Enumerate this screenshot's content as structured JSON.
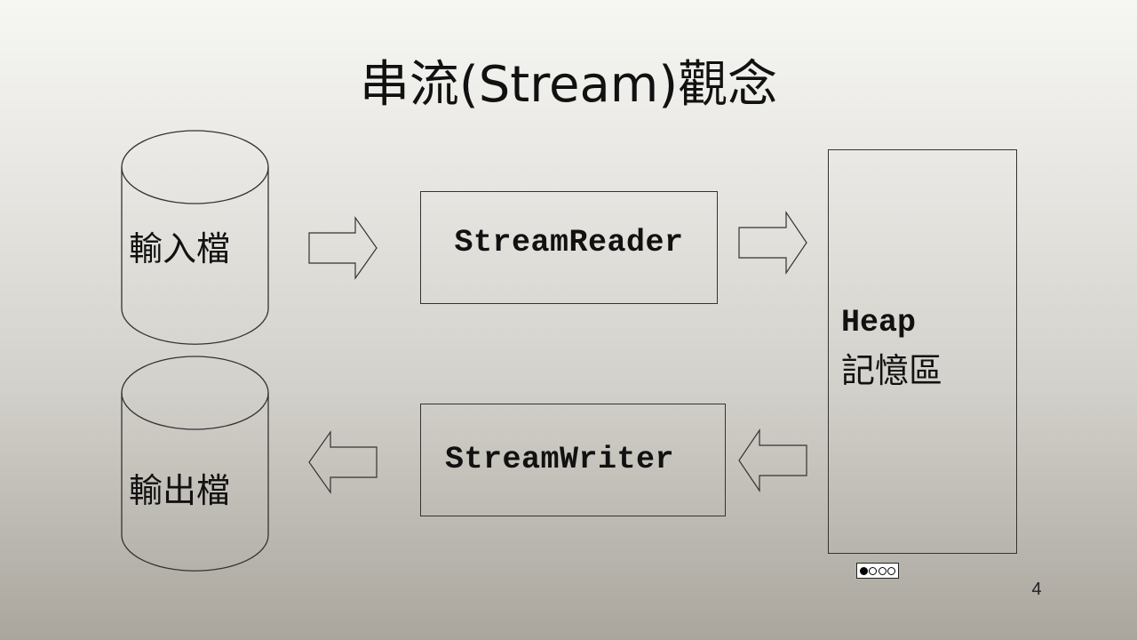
{
  "slide": {
    "title": "串流(Stream)觀念",
    "page_number": "4"
  },
  "diagram": {
    "input_file_label": "輸入檔",
    "output_file_label": "輸出檔",
    "reader_label": "StreamReader",
    "writer_label": "StreamWriter",
    "heap_title": "Heap",
    "heap_subtitle": "記憶區"
  },
  "license_badge": {
    "icon": "creative-commons-by-nc-sa-icon"
  }
}
